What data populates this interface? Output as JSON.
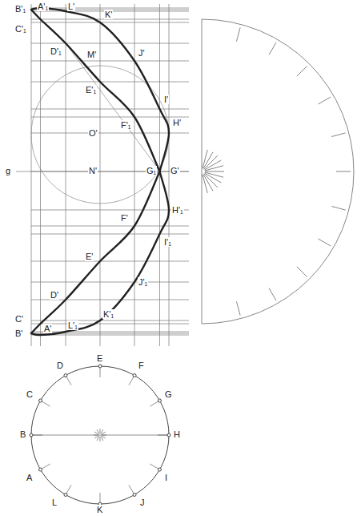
{
  "diagram": {
    "labels": [
      "A'₁",
      "L'",
      "K'",
      "B'₁",
      "C'₁",
      "M'",
      "J'",
      "D'₁",
      "I'",
      "E'₁",
      "O'",
      "H'",
      "F'₁",
      "g",
      "N'",
      "G₁",
      "G'",
      "F'",
      "H'₁",
      "E'",
      "I'₁",
      "D'",
      "J'₁",
      "C'",
      "B'",
      "A'",
      "L'₁",
      "K'₁",
      "D",
      "E",
      "F",
      "C",
      "G",
      "B",
      "H",
      "A",
      "I",
      "L",
      "J",
      "K"
    ]
  }
}
